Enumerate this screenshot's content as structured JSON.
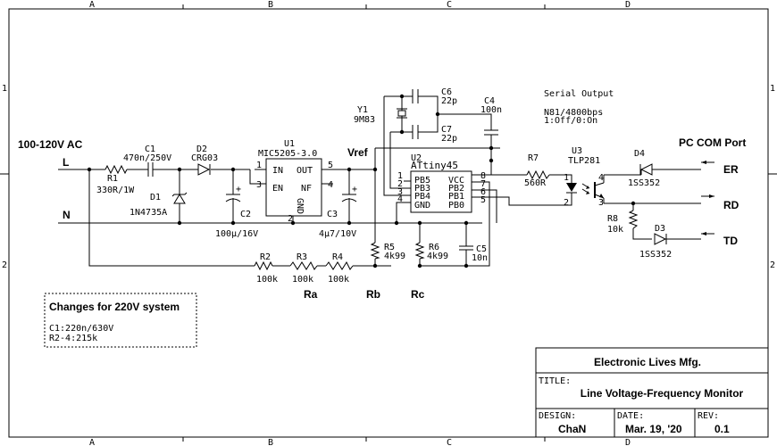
{
  "frame": {
    "columns": [
      "A",
      "B",
      "C",
      "D"
    ],
    "rows": [
      "1",
      "2"
    ]
  },
  "power": {
    "supply_label": "100-120V AC",
    "line_label": "L",
    "neutral_label": "N"
  },
  "components": {
    "r1_name": "R1",
    "r1_value": "330R/1W",
    "c1_name": "C1",
    "c1_value": "470n/250V",
    "d1_name": "D1",
    "d1_value": "1N4735A",
    "d2_name": "D2",
    "d2_value": "CRG03",
    "c2_name": "C2",
    "c2_value": "100µ/16V",
    "u1_name": "U1",
    "u1_value": "MIC5205-3.0",
    "u1_pins": {
      "in": "IN",
      "out": "OUT",
      "en": "EN",
      "nf": "NF",
      "gnd": "GND",
      "p1": "1",
      "p2": "2",
      "p3": "3",
      "p4": "4",
      "p5": "5"
    },
    "c3_name": "C3",
    "c3_value": "4µ7/10V",
    "vref_label": "Vref",
    "y1_name": "Y1",
    "y1_value": "9M83",
    "c6_name": "C6",
    "c6_value": "22p",
    "c7_name": "C7",
    "c7_value": "22p",
    "c4_name": "C4",
    "c4_value": "100n",
    "u2_name": "U2",
    "u2_value": "ATtiny45",
    "u2_pins": {
      "pb5": "PB5",
      "pb3": "PB3",
      "pb4": "PB4",
      "gnd": "GND",
      "vcc": "VCC",
      "pb2": "PB2",
      "pb1": "PB1",
      "pb0": "PB0",
      "n1": "1",
      "n2": "2",
      "n3": "3",
      "n4": "4",
      "n5": "5",
      "n6": "6",
      "n7": "7",
      "n8": "8"
    },
    "r5_name": "R5",
    "r5_value": "4k99",
    "r6_name": "R6",
    "r6_value": "4k99",
    "c5_name": "C5",
    "c5_value": "10n",
    "r2_name": "R2",
    "r2_value": "100k",
    "r3_name": "R3",
    "r3_value": "100k",
    "r4_name": "R4",
    "r4_value": "100k",
    "ra_label": "Ra",
    "rb_label": "Rb",
    "rc_label": "Rc",
    "r7_name": "R7",
    "r7_value": "560R",
    "u3_name": "U3",
    "u3_value": "TLP281",
    "u3_pins": {
      "p1": "1",
      "p2": "2",
      "p3": "3",
      "p4": "4"
    },
    "d4_name": "D4",
    "d4_value": "1SS352",
    "d3_name": "D3",
    "d3_value": "1SS352",
    "r8_name": "R8",
    "r8_value": "10k"
  },
  "serial": {
    "title": "Serial Output",
    "format": "N81/4800bps",
    "levels": "1:Off/0:On"
  },
  "com_port": {
    "title": "PC COM Port",
    "er": "ER",
    "rd": "RD",
    "td": "TD"
  },
  "notes": {
    "title": "Changes for 220V system",
    "line1": "C1:220n/630V",
    "line2": "R2-4:215k"
  },
  "title_block": {
    "company": "Electronic Lives Mfg.",
    "title_caption": "TITLE:",
    "title": "Line Voltage-Frequency Monitor",
    "design_caption": "DESIGN:",
    "design": "ChaN",
    "date_caption": "DATE:",
    "date": "Mar. 19, '20",
    "rev_caption": "REV:",
    "rev": "0.1"
  }
}
